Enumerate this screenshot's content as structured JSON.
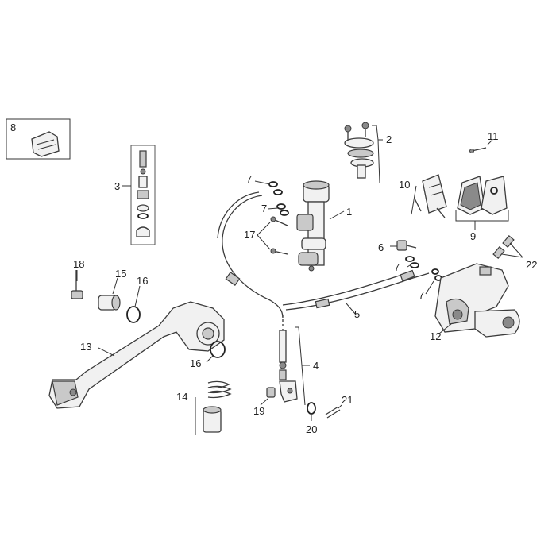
{
  "callouts": [
    {
      "id": "c1",
      "text": "1"
    },
    {
      "id": "c2",
      "text": "2"
    },
    {
      "id": "c3",
      "text": "3"
    },
    {
      "id": "c4",
      "text": "4"
    },
    {
      "id": "c5",
      "text": "5"
    },
    {
      "id": "c6",
      "text": "6"
    },
    {
      "id": "c7a",
      "text": "7"
    },
    {
      "id": "c7b",
      "text": "7"
    },
    {
      "id": "c7c",
      "text": "7"
    },
    {
      "id": "c7d",
      "text": "7"
    },
    {
      "id": "c8",
      "text": "8"
    },
    {
      "id": "c9",
      "text": "9"
    },
    {
      "id": "c10",
      "text": "10"
    },
    {
      "id": "c11",
      "text": "11"
    },
    {
      "id": "c12",
      "text": "12"
    },
    {
      "id": "c13",
      "text": "13"
    },
    {
      "id": "c14",
      "text": "14"
    },
    {
      "id": "c15",
      "text": "15"
    },
    {
      "id": "c16a",
      "text": "16"
    },
    {
      "id": "c16b",
      "text": "16"
    },
    {
      "id": "c17",
      "text": "17"
    },
    {
      "id": "c18",
      "text": "18"
    },
    {
      "id": "c19",
      "text": "19"
    },
    {
      "id": "c20",
      "text": "20"
    },
    {
      "id": "c21",
      "text": "21"
    },
    {
      "id": "c22",
      "text": "22"
    }
  ]
}
